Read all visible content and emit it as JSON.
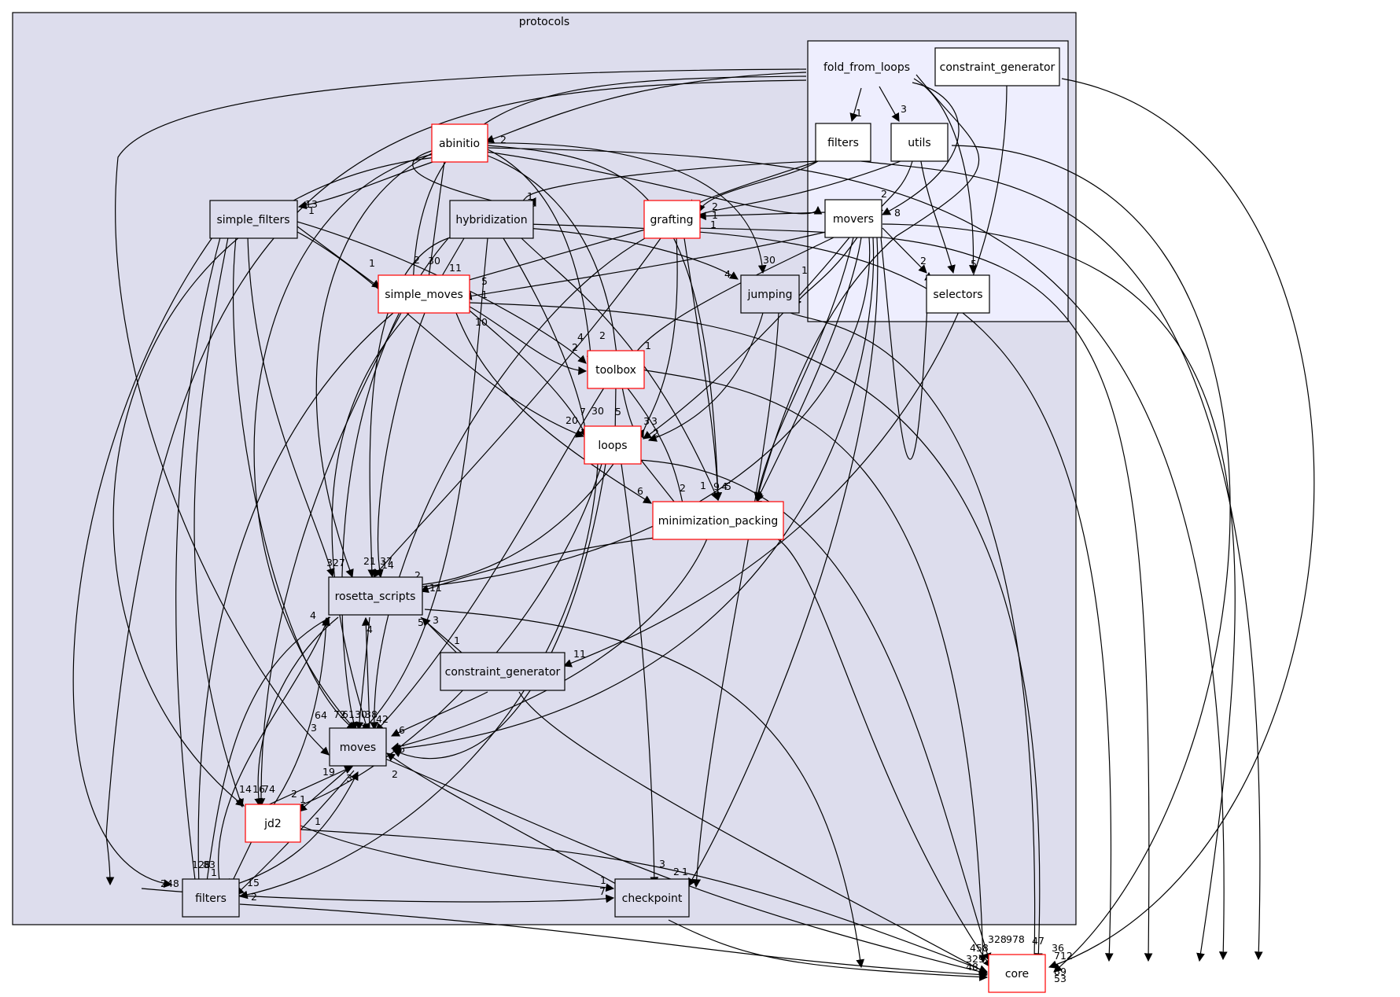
{
  "clusters": {
    "protocols": "protocols"
  },
  "nodes": {
    "fold_from_loops": "fold_from_loops",
    "constraint_generator_top": "constraint_generator",
    "abinitio": "abinitio",
    "ffl_filters": "filters",
    "utils": "utils",
    "simple_filters": "simple_filters",
    "hybridization": "hybridization",
    "grafting": "grafting",
    "movers": "movers",
    "simple_moves": "simple_moves",
    "jumping": "jumping",
    "selectors": "selectors",
    "toolbox": "toolbox",
    "loops": "loops",
    "minimization_packing": "minimization_packing",
    "rosetta_scripts": "rosetta_scripts",
    "constraint_generator": "constraint_generator",
    "moves": "moves",
    "jd2": "jd2",
    "filters": "filters",
    "checkpoint": "checkpoint",
    "core": "core"
  },
  "edge_labels": {
    "ffl_to_abinitio": "2",
    "ffl_to_filters": "1",
    "ffl_to_utils": "3",
    "ffl_to_movers": "8",
    "ffl_to_selectors": "5",
    "abinitio_to_sf": "13",
    "abinitio_to_hybrid": "1",
    "sf_from_x": "1",
    "utils_to_movers": "2",
    "movers_to_grafting_a": "2",
    "movers_to_grafting_b": "1",
    "movers_to_grafting_c": "1",
    "movers_to_selectors": "2",
    "movers_to_jumping": "1",
    "to_jumping": "30",
    "to_simple_moves_a": "2",
    "to_simple_moves_b": "30",
    "to_simple_moves_c": "11",
    "to_simple_moves_d": "1",
    "to_simple_moves_e": "4",
    "to_simple_moves_f": "5",
    "sm_back": "1",
    "sm_to_x": "10",
    "to_toolbox_a": "4",
    "to_toolbox_b": "2",
    "to_toolbox_c": "2",
    "to_toolbox_d": "1",
    "to_loops_a": "20",
    "to_loops_b": "7",
    "to_loops_c": "30",
    "to_loops_d": "5",
    "to_loops_e": "3",
    "to_loops_f": "3",
    "to_loops_g": "2",
    "to_min_a": "6",
    "to_min_b": "2",
    "to_min_c": "1",
    "to_min_d": "9",
    "to_min_e": "4",
    "to_min_f": "5",
    "to_min_g": "1",
    "to_min_h": "2",
    "to_rs_a": "327",
    "to_rs_b": "21",
    "to_rs_c": "37",
    "to_rs_d": "14",
    "to_rs_e": "2",
    "to_rs_f": "11",
    "to_rs_g": "4",
    "to_rs_h": "4",
    "to_rs_i": "5",
    "to_rs_j": "3",
    "rs_to_cg": "1",
    "to_cg": "11",
    "to_moves_a": "64",
    "to_moves_b": "3",
    "to_moves_c": "72",
    "to_moves_d": "61",
    "to_moves_e": "30",
    "to_moves_f": "38",
    "to_moves_g": "42",
    "to_moves_h": "6",
    "to_moves_i": "46",
    "to_moves_j": "19",
    "to_moves_k": "3",
    "to_moves_l": "2",
    "to_jd2_a": "14",
    "to_jd2_b": "16",
    "to_jd2_c": "74",
    "to_jd2_d": "2",
    "to_jd2_e": "1",
    "to_jd2_f": "1",
    "to_filters_a": "248",
    "to_filters_b": "128",
    "to_filters_c": "83",
    "to_filters_d": "1",
    "to_filters_e": "15",
    "to_filters_f": "2",
    "to_cp_a": "3",
    "to_cp_b": "2",
    "to_cp_c": "1",
    "to_cp_d": "1",
    "to_cp_e": "7",
    "to_core_a": "458",
    "to_core_b": "328",
    "to_core_c": "978",
    "to_core_d": "47",
    "to_core_e": "36",
    "to_core_f": "712",
    "to_core_g": "329",
    "to_core_h": "48",
    "to_core_i": "89",
    "to_core_j": "53"
  },
  "colors": {
    "outer_cluster_fill": "#dddded",
    "inner_cluster_fill": "#eeeefe",
    "node_fill_default": "#dddded",
    "node_fill_white": "#ffffff",
    "node_border_red": "#ff0000",
    "node_border_black": "#000000"
  }
}
